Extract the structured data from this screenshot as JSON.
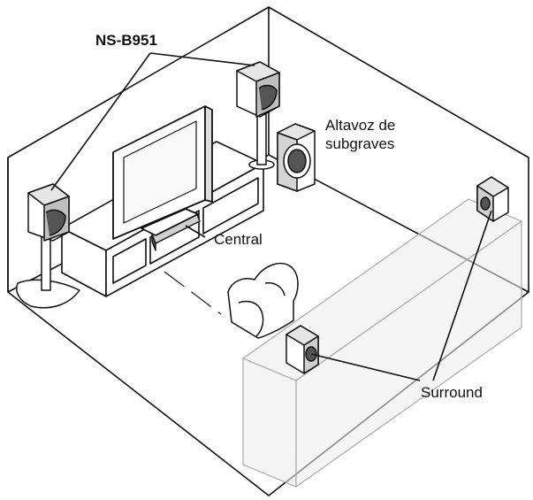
{
  "labels": {
    "front_speakers": "NS-B951",
    "subwoofer_line1": "Altavoz de",
    "subwoofer_line2": "subgraves",
    "center": "Central",
    "surround": "Surround"
  },
  "colors": {
    "line": "#111111",
    "speaker_body": "#d9d9d9",
    "speaker_dark": "#4a4a4a",
    "speaker_face": "#f2f2f2",
    "furniture": "#ffffff",
    "ghost_box": "#e8e8e8"
  }
}
